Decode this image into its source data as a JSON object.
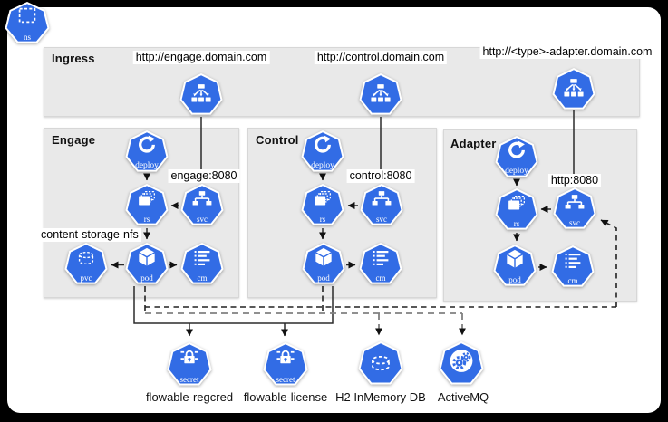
{
  "ns_badge": {
    "label": "ns"
  },
  "ingress": {
    "title": "Ingress",
    "urls": [
      "http://engage.domain.com",
      "http://control.domain.com",
      "http://<type>-adapter.domain.com"
    ]
  },
  "engage": {
    "title": "Engage",
    "port": "engage:8080",
    "volume": "content-storage-nfs"
  },
  "control": {
    "title": "Control",
    "port": "control:8080"
  },
  "adapter": {
    "title": "Adapter",
    "port": "http:8080"
  },
  "icon_labels": {
    "deploy": "deploy",
    "rs": "rs",
    "svc": "svc",
    "pod": "pod",
    "pvc": "pvc",
    "cm": "cm",
    "secret": "secret"
  },
  "resources": [
    {
      "label": "flowable-regcred"
    },
    {
      "label": "flowable-license"
    },
    {
      "label": "H2 InMemory DB"
    },
    {
      "label": "ActiveMQ"
    }
  ],
  "colors": {
    "k8s_blue": "#326CE5",
    "box_gray": "#E9E9E9",
    "canvas": "#FFFFFF",
    "frame": "#000000"
  }
}
